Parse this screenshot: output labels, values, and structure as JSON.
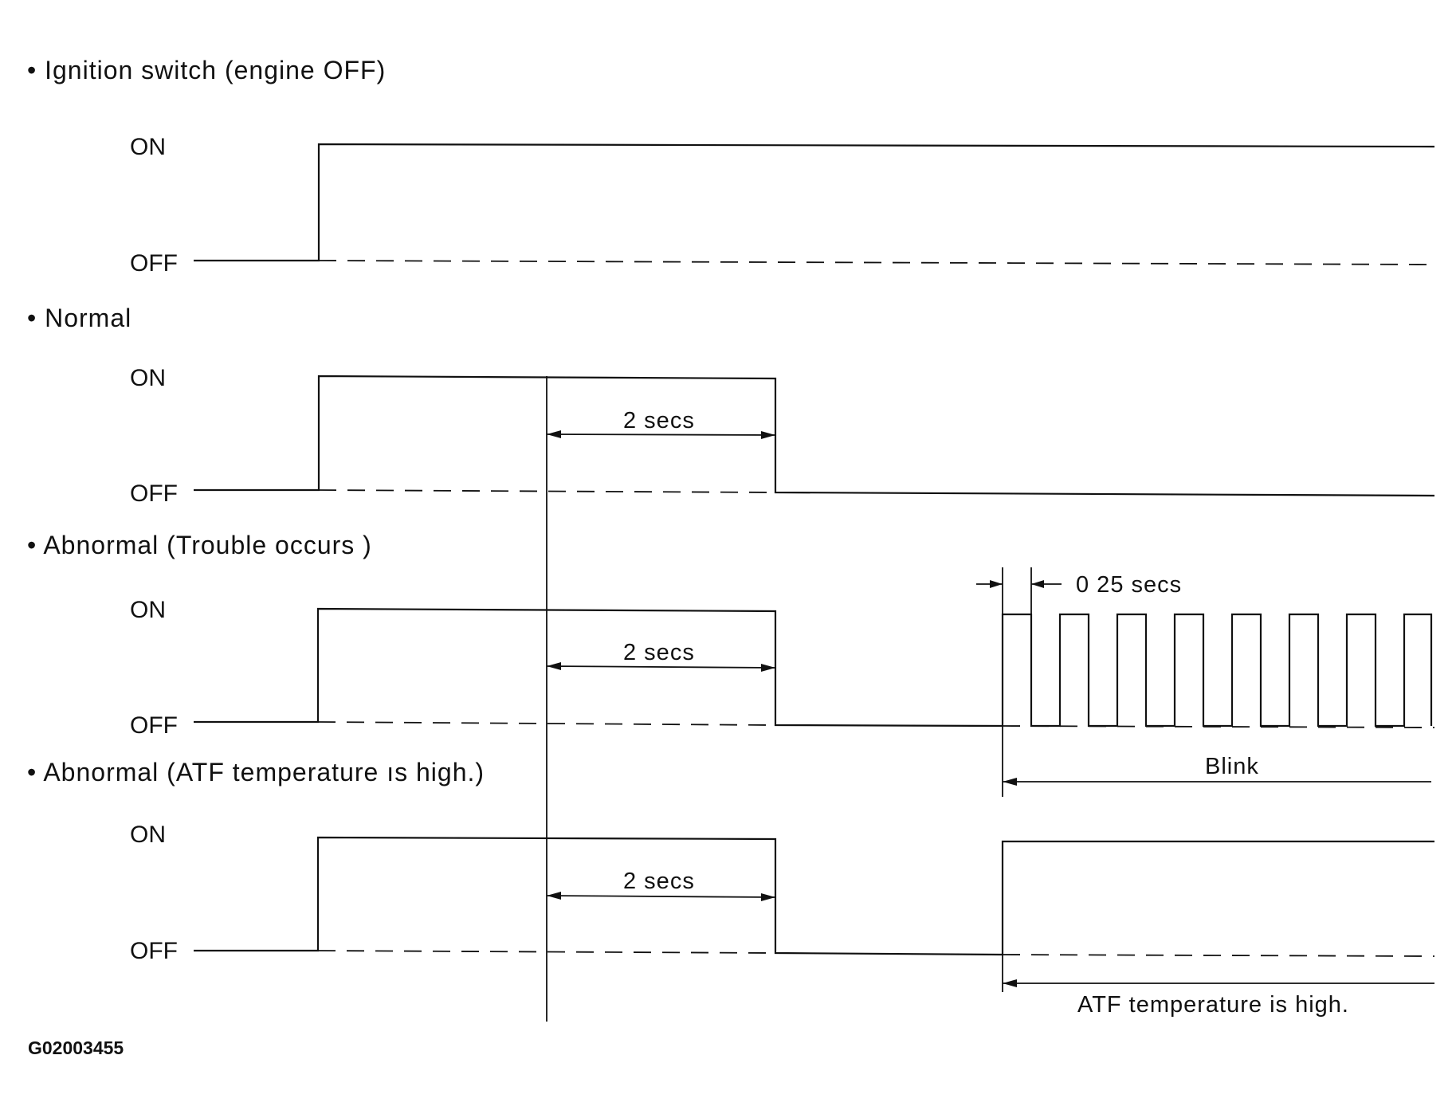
{
  "sections": [
    {
      "title": "• Ignition switch (engine OFF)",
      "on_label": "ON",
      "off_label": "OFF"
    },
    {
      "title": "• Normal",
      "on_label": "ON",
      "off_label": "OFF"
    },
    {
      "title": "• Abnormal (Trouble occurs )",
      "on_label": "ON",
      "off_label": "OFF"
    },
    {
      "title": "• Abnormal (ATF temperature ıs high.)",
      "on_label": "ON",
      "off_label": "OFF"
    }
  ],
  "annotations": {
    "normal_duration": "2 secs",
    "trouble_duration": "2 secs",
    "atf_duration": "2 secs",
    "blink_period": "0 25 secs",
    "blink": "Blink",
    "atf_high": "ATF temperature is high."
  },
  "figure_code": "G02003455"
}
